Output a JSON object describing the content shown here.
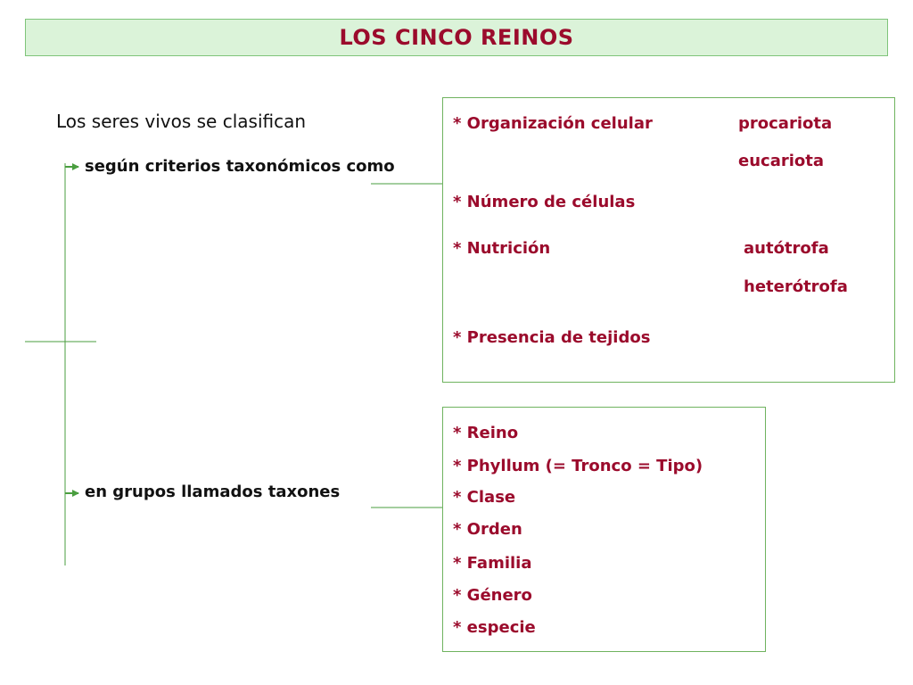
{
  "title": "LOS CINCO REINOS",
  "intro": "Los seres vivos se clasifican",
  "branch_criteria": "según criterios taxonómicos como",
  "branch_groups": "en grupos llamados taxones",
  "criteria": {
    "org_celular": "* Organización celular",
    "procariota": "procariota",
    "eucariota": "eucariota",
    "num_celulas": "* Número de células",
    "nutricion": "* Nutrición",
    "autotrofa": "autótrofa",
    "heterotrofa": "heterótrofa",
    "tejidos": "* Presencia de tejidos"
  },
  "taxa": [
    "* Reino",
    "* Phyllum (= Tronco = Tipo)",
    "* Clase",
    "* Orden",
    "* Familia",
    "* Género",
    "* especie"
  ],
  "colors": {
    "title_text": "#9b0b2c",
    "title_bg": "#dbf3d9",
    "line": "#4a9e3f"
  }
}
